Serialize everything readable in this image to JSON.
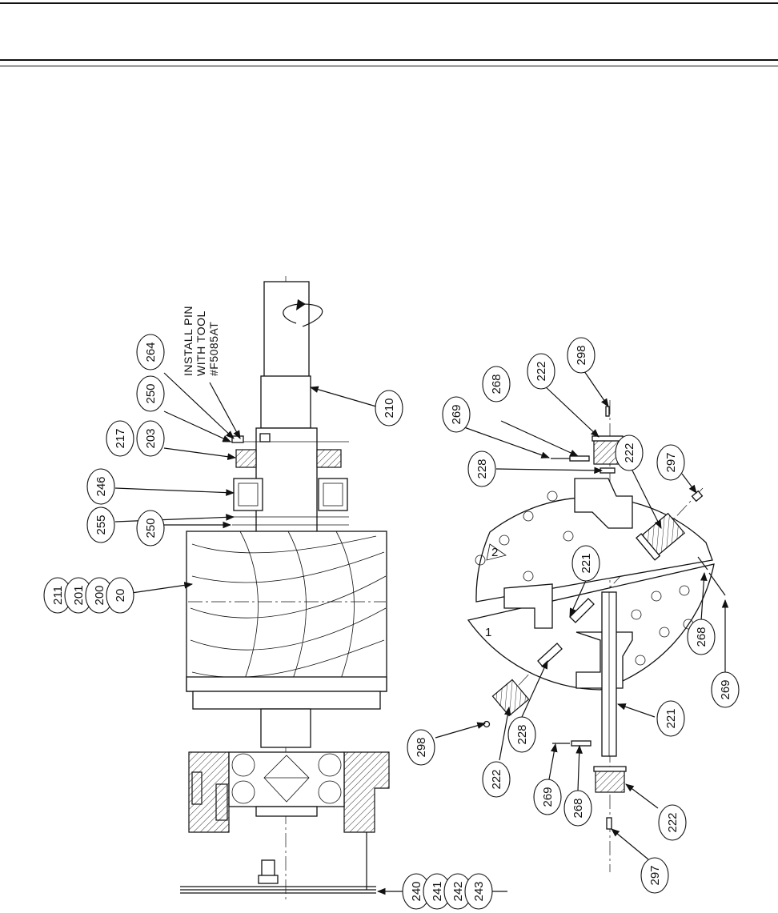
{
  "note": {
    "lines": [
      "INSTALL PIN",
      "WITH TOOL",
      "#F5085AT"
    ]
  },
  "callouts": [
    {
      "id": "c264",
      "labels": [
        "264"
      ]
    },
    {
      "id": "c250a",
      "labels": [
        "250"
      ]
    },
    {
      "id": "c217",
      "labels": [
        "217",
        "203"
      ]
    },
    {
      "id": "c246",
      "labels": [
        "246"
      ]
    },
    {
      "id": "c255",
      "labels": [
        "255"
      ]
    },
    {
      "id": "c250b",
      "labels": [
        "250"
      ]
    },
    {
      "id": "c211",
      "labels": [
        "211",
        "201",
        "200",
        "20"
      ]
    },
    {
      "id": "c210",
      "labels": [
        "210"
      ]
    },
    {
      "id": "c240",
      "labels": [
        "240",
        "241",
        "242",
        "243"
      ]
    },
    {
      "id": "c269a",
      "labels": [
        "269"
      ]
    },
    {
      "id": "c268a",
      "labels": [
        "268"
      ]
    },
    {
      "id": "c222a",
      "labels": [
        "222"
      ]
    },
    {
      "id": "c298a",
      "labels": [
        "298"
      ]
    },
    {
      "id": "c228a",
      "labels": [
        "228"
      ]
    },
    {
      "id": "c222b",
      "labels": [
        "222"
      ]
    },
    {
      "id": "c297a",
      "labels": [
        "297"
      ]
    },
    {
      "id": "c221a",
      "labels": [
        "221"
      ]
    },
    {
      "id": "c268b",
      "labels": [
        "268"
      ]
    },
    {
      "id": "c269b",
      "labels": [
        "269"
      ]
    },
    {
      "id": "c221b",
      "labels": [
        "221"
      ]
    },
    {
      "id": "c228b",
      "labels": [
        "228"
      ]
    },
    {
      "id": "c298b",
      "labels": [
        "298"
      ]
    },
    {
      "id": "c222c",
      "labels": [
        "222"
      ]
    },
    {
      "id": "c269c",
      "labels": [
        "269"
      ]
    },
    {
      "id": "c268c",
      "labels": [
        "268"
      ]
    },
    {
      "id": "c222d",
      "labels": [
        "222"
      ]
    },
    {
      "id": "c297b",
      "labels": [
        "297"
      ]
    }
  ],
  "plate_marks": [
    "1",
    "2"
  ]
}
